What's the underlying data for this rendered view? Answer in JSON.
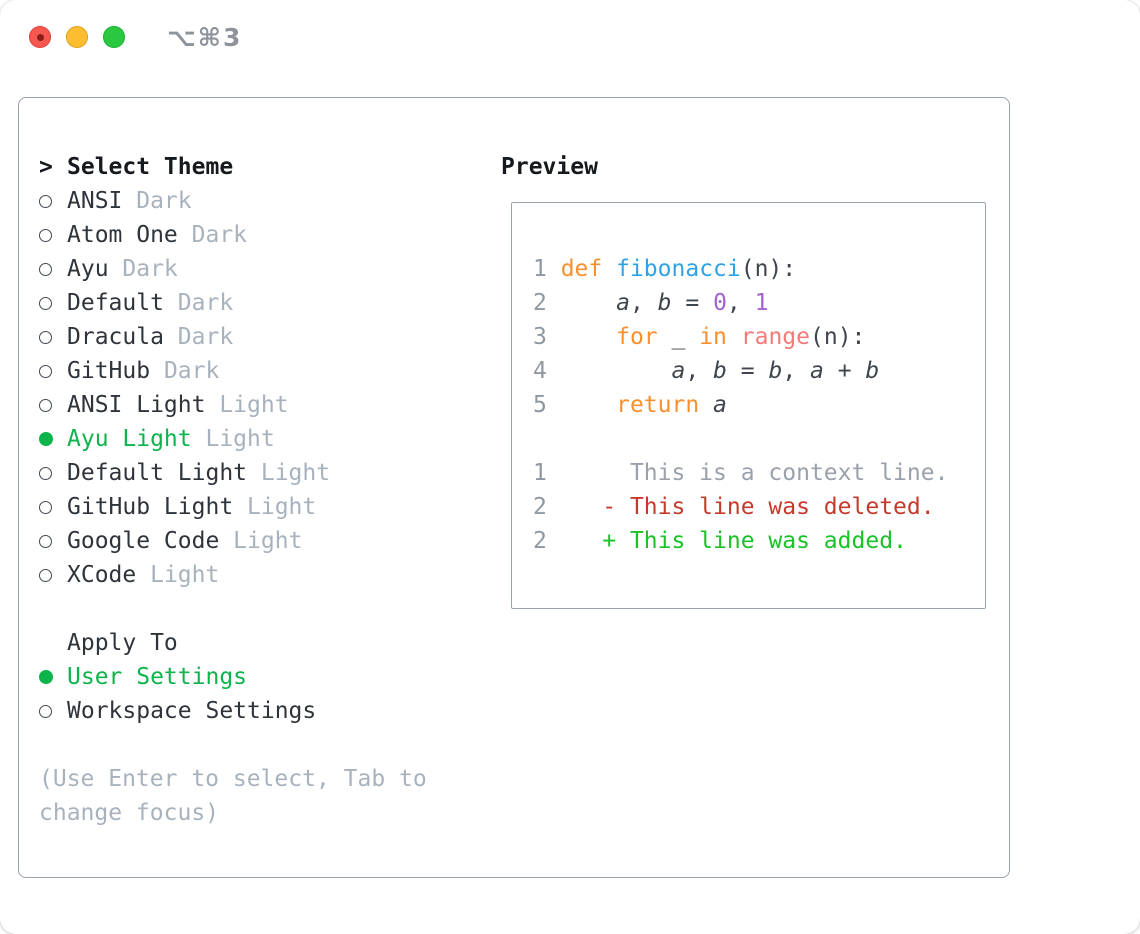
{
  "window": {
    "title": "⌥⌘3",
    "controls": [
      {
        "name": "close-button"
      },
      {
        "name": "minimize-button"
      },
      {
        "name": "zoom-button"
      }
    ]
  },
  "colors": {
    "keyword": "#f8902f",
    "function": "#2fa3e6",
    "number": "#a361d2",
    "builtin": "#f57979",
    "code_fg": "#3f454d",
    "line_number": "#8f98a2",
    "context": "#9aa1aa",
    "deleted": "#c43b2c",
    "added": "#1ac228",
    "selected_green": "#0db44c",
    "text_primary": "#2f343b",
    "muted_gray": "#a8b2bd",
    "panel_border": "#9aa2ac",
    "traffic_red": "#f6574e",
    "traffic_yellow": "#fcbd30",
    "traffic_green": "#2ac840"
  },
  "panel": {
    "select_theme": {
      "prompt": ">",
      "label": "Select Theme"
    },
    "themes": [
      {
        "name": "ANSI",
        "tag": "Dark",
        "selected": false
      },
      {
        "name": "Atom One",
        "tag": "Dark",
        "selected": false
      },
      {
        "name": "Ayu",
        "tag": "Dark",
        "selected": false
      },
      {
        "name": "Default",
        "tag": "Dark",
        "selected": false
      },
      {
        "name": "Dracula",
        "tag": "Dark",
        "selected": false
      },
      {
        "name": "GitHub",
        "tag": "Dark",
        "selected": false
      },
      {
        "name": "ANSI Light",
        "tag": "Light",
        "selected": false
      },
      {
        "name": "Ayu Light",
        "tag": "Light",
        "selected": true
      },
      {
        "name": "Default Light",
        "tag": "Light",
        "selected": false
      },
      {
        "name": "GitHub Light",
        "tag": "Light",
        "selected": false
      },
      {
        "name": "Google Code",
        "tag": "Light",
        "selected": false
      },
      {
        "name": "XCode",
        "tag": "Light",
        "selected": false
      }
    ],
    "apply_to": {
      "label": "Apply To",
      "options": [
        {
          "name": "User Settings",
          "selected": true
        },
        {
          "name": "Workspace Settings",
          "selected": false
        }
      ]
    },
    "hint": "(Use Enter to select, Tab to change focus)"
  },
  "preview": {
    "label": "Preview",
    "code_lines": [
      {
        "num": "1",
        "tokens": [
          {
            "t": "def",
            "c": "keyword"
          },
          {
            "t": " "
          },
          {
            "t": "fibonacci",
            "c": "function"
          },
          {
            "t": "(n):"
          }
        ]
      },
      {
        "num": "2",
        "tokens": [
          {
            "t": "    "
          },
          {
            "t": "a",
            "i": true
          },
          {
            "t": ", "
          },
          {
            "t": "b",
            "i": true
          },
          {
            "t": " = "
          },
          {
            "t": "0",
            "c": "number"
          },
          {
            "t": ", "
          },
          {
            "t": "1",
            "c": "number"
          }
        ]
      },
      {
        "num": "3",
        "tokens": [
          {
            "t": "    "
          },
          {
            "t": "for",
            "c": "keyword"
          },
          {
            "t": " _ "
          },
          {
            "t": "in",
            "c": "keyword"
          },
          {
            "t": " "
          },
          {
            "t": "range",
            "c": "builtin"
          },
          {
            "t": "(n):"
          }
        ]
      },
      {
        "num": "4",
        "tokens": [
          {
            "t": "        "
          },
          {
            "t": "a",
            "i": true
          },
          {
            "t": ", "
          },
          {
            "t": "b",
            "i": true
          },
          {
            "t": " = "
          },
          {
            "t": "b",
            "i": true
          },
          {
            "t": ", "
          },
          {
            "t": "a",
            "i": true
          },
          {
            "t": " + "
          },
          {
            "t": "b",
            "i": true
          }
        ]
      },
      {
        "num": "5",
        "tokens": [
          {
            "t": "    "
          },
          {
            "t": "return",
            "c": "keyword"
          },
          {
            "t": " "
          },
          {
            "t": "a",
            "i": true
          }
        ]
      },
      {
        "num": "",
        "tokens": []
      },
      {
        "num": "1",
        "tokens": [
          {
            "t": "     This is a context line.",
            "c": "context"
          }
        ]
      },
      {
        "num": "2",
        "tokens": [
          {
            "t": "   - This line was deleted.",
            "c": "deleted"
          }
        ]
      },
      {
        "num": "2",
        "tokens": [
          {
            "t": "   + This line was added.",
            "c": "added"
          }
        ]
      }
    ]
  }
}
